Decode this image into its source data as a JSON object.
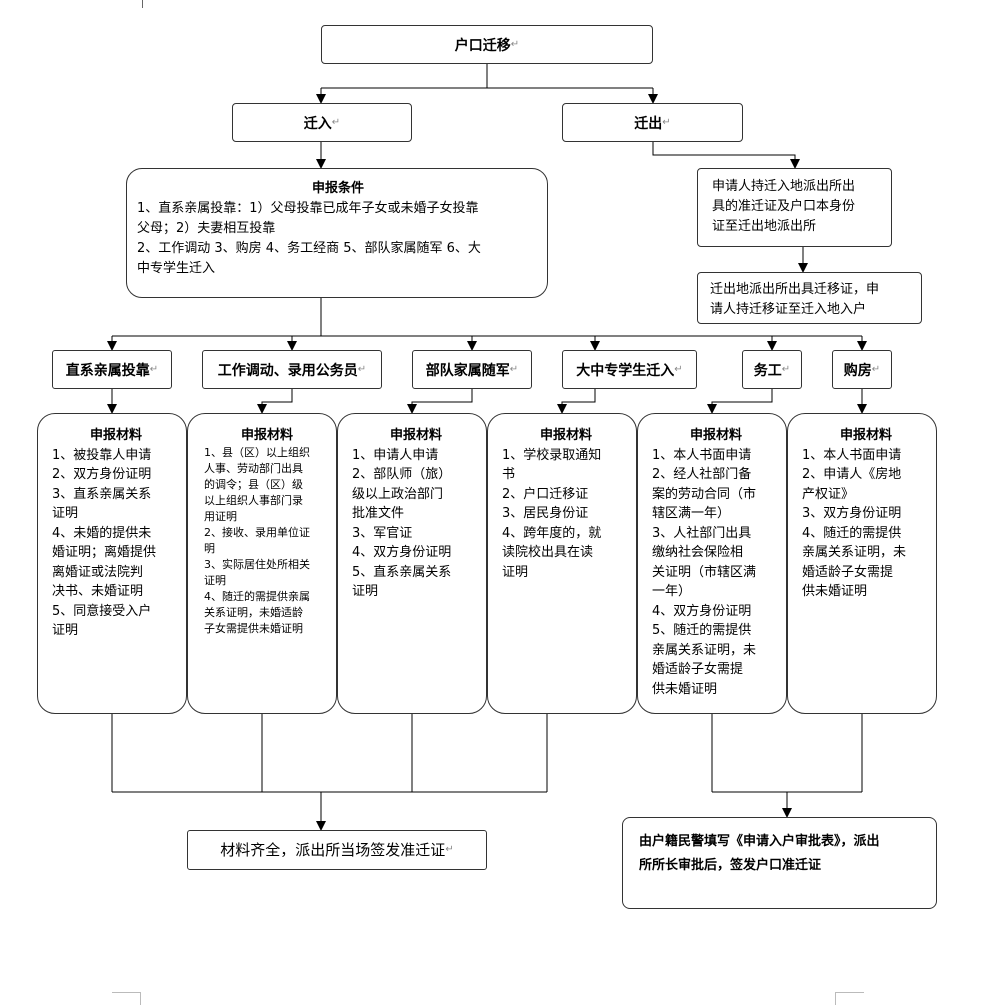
{
  "para_mark": "↵",
  "title": "户口迁移",
  "in_label": "迁入",
  "out_label": "迁出",
  "conditions": {
    "title": "申报条件",
    "lines": [
      "1、直系亲属投靠：1）父母投靠已成年子女或未婚子女投靠",
      "父母；2）夫妻相互投靠",
      "2、工作调动 3、购房 4、务工经商 5、部队家属随军 6、大",
      "中专学生迁入"
    ]
  },
  "out_step1": [
    "申请人持迁入地派出所出",
    "具的准迁证及户口本身份",
    "证至迁出地派出所"
  ],
  "out_step2": [
    "迁出地派出所出具迁移证，申",
    "请人持迁移证至迁入地入户"
  ],
  "categories": [
    "直系亲属投靠",
    "工作调动、录用公务员",
    "部队家属随军",
    "大中专学生迁入",
    "务工",
    "购房"
  ],
  "materials": [
    {
      "title": "申报材料",
      "lines": [
        "1、被投靠人申请",
        "2、双方身份证明",
        "3、直系亲属关系",
        "证明",
        "4、未婚的提供未",
        "婚证明；离婚提供",
        "离婚证或法院判",
        "决书、未婚证明",
        "5、同意接受入户",
        "证明"
      ]
    },
    {
      "title": "申报材料",
      "lines": [
        "1、县（区）以上组织",
        "人事、劳动部门出具",
        "的调令；县（区）级",
        "以上组织人事部门录",
        "用证明",
        "2、接收、录用单位证",
        "明",
        "3、实际居住处所相关",
        "证明",
        "4、随迁的需提供亲属",
        "关系证明，未婚适龄",
        "子女需提供未婚证明"
      ]
    },
    {
      "title": "申报材料",
      "lines": [
        "1、申请人申请",
        "2、部队师（旅）",
        "级以上政治部门",
        "批准文件",
        "3、军官证",
        "4、双方身份证明",
        "5、直系亲属关系",
        "证明"
      ]
    },
    {
      "title": "申报材料",
      "lines": [
        "1、学校录取通知",
        "书",
        "2、户口迁移证",
        "3、居民身份证",
        "4、跨年度的，就",
        "读院校出具在读",
        "证明"
      ]
    },
    {
      "title": "申报材料",
      "lines": [
        "1、本人书面申请",
        "2、经人社部门备",
        "案的劳动合同（市",
        "辖区满一年）",
        "3、人社部门出具",
        "缴纳社会保险相",
        "关证明（市辖区满",
        "一年）",
        "4、双方身份证明",
        "5、随迁的需提供",
        "亲属关系证明，未",
        "婚适龄子女需提",
        "供未婚证明"
      ]
    },
    {
      "title": "申报材料",
      "lines": [
        "1、本人书面申请",
        "2、申请人《房地",
        "产权证》",
        "3、双方身份证明",
        "4、随迁的需提供",
        "亲属关系证明，未",
        "婚适龄子女需提",
        "供未婚证明"
      ]
    }
  ],
  "result_left": "材料齐全，派出所当场签发准迁证",
  "result_right": [
    "由户籍民警填写《申请入户审批表》，派出",
    "所所长审批后，签发户口准迁证"
  ]
}
